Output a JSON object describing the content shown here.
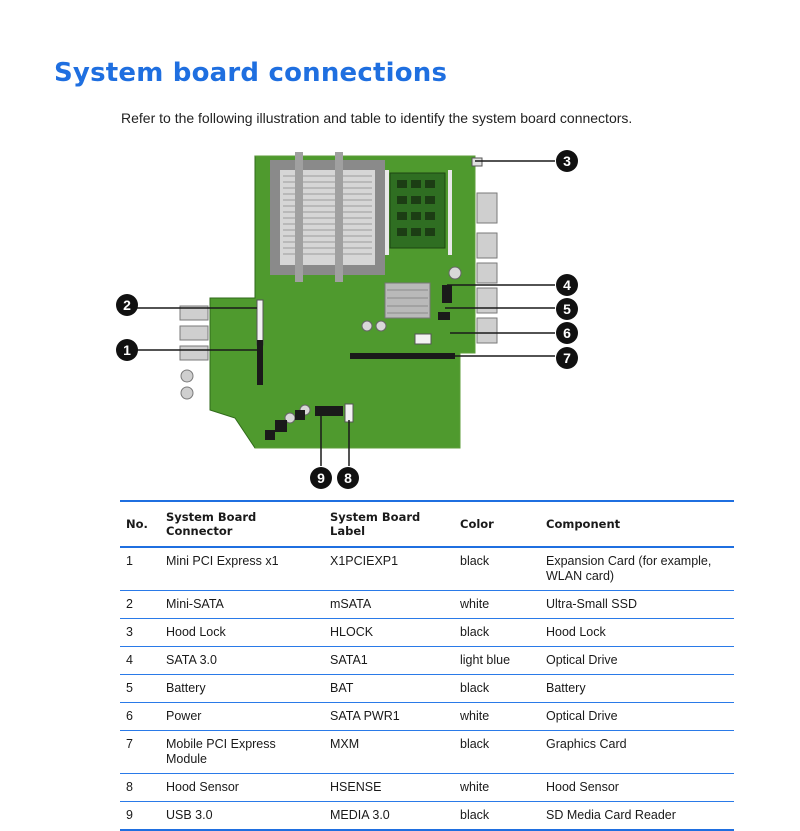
{
  "title": "System board connections",
  "intro": "Refer to the following illustration and table to identify the system board connectors.",
  "callouts": [
    "1",
    "2",
    "3",
    "4",
    "5",
    "6",
    "7",
    "8",
    "9"
  ],
  "table": {
    "headers": [
      "No.",
      "System Board Connector",
      "System Board Label",
      "Color",
      "Component"
    ],
    "rows": [
      [
        "1",
        "Mini PCI Express x1",
        "X1PCIEXP1",
        "black",
        "Expansion Card (for example, WLAN card)"
      ],
      [
        "2",
        "Mini-SATA",
        "mSATA",
        "white",
        "Ultra-Small SSD"
      ],
      [
        "3",
        "Hood Lock",
        "HLOCK",
        "black",
        "Hood Lock"
      ],
      [
        "4",
        "SATA 3.0",
        "SATA1",
        "light blue",
        "Optical Drive"
      ],
      [
        "5",
        "Battery",
        "BAT",
        "black",
        "Battery"
      ],
      [
        "6",
        "Power",
        "SATA PWR1",
        "white",
        "Optical Drive"
      ],
      [
        "7",
        "Mobile PCI Express Module",
        "MXM",
        "black",
        "Graphics Card"
      ],
      [
        "8",
        "Hood Sensor",
        "HSENSE",
        "white",
        "Hood Sensor"
      ],
      [
        "9",
        "USB 3.0",
        "MEDIA 3.0",
        "black",
        "SD Media Card Reader"
      ]
    ]
  },
  "colors": {
    "accent": "#1f6fe0",
    "board": "#4f9a2e",
    "heatsink": "#c9c9c9"
  }
}
